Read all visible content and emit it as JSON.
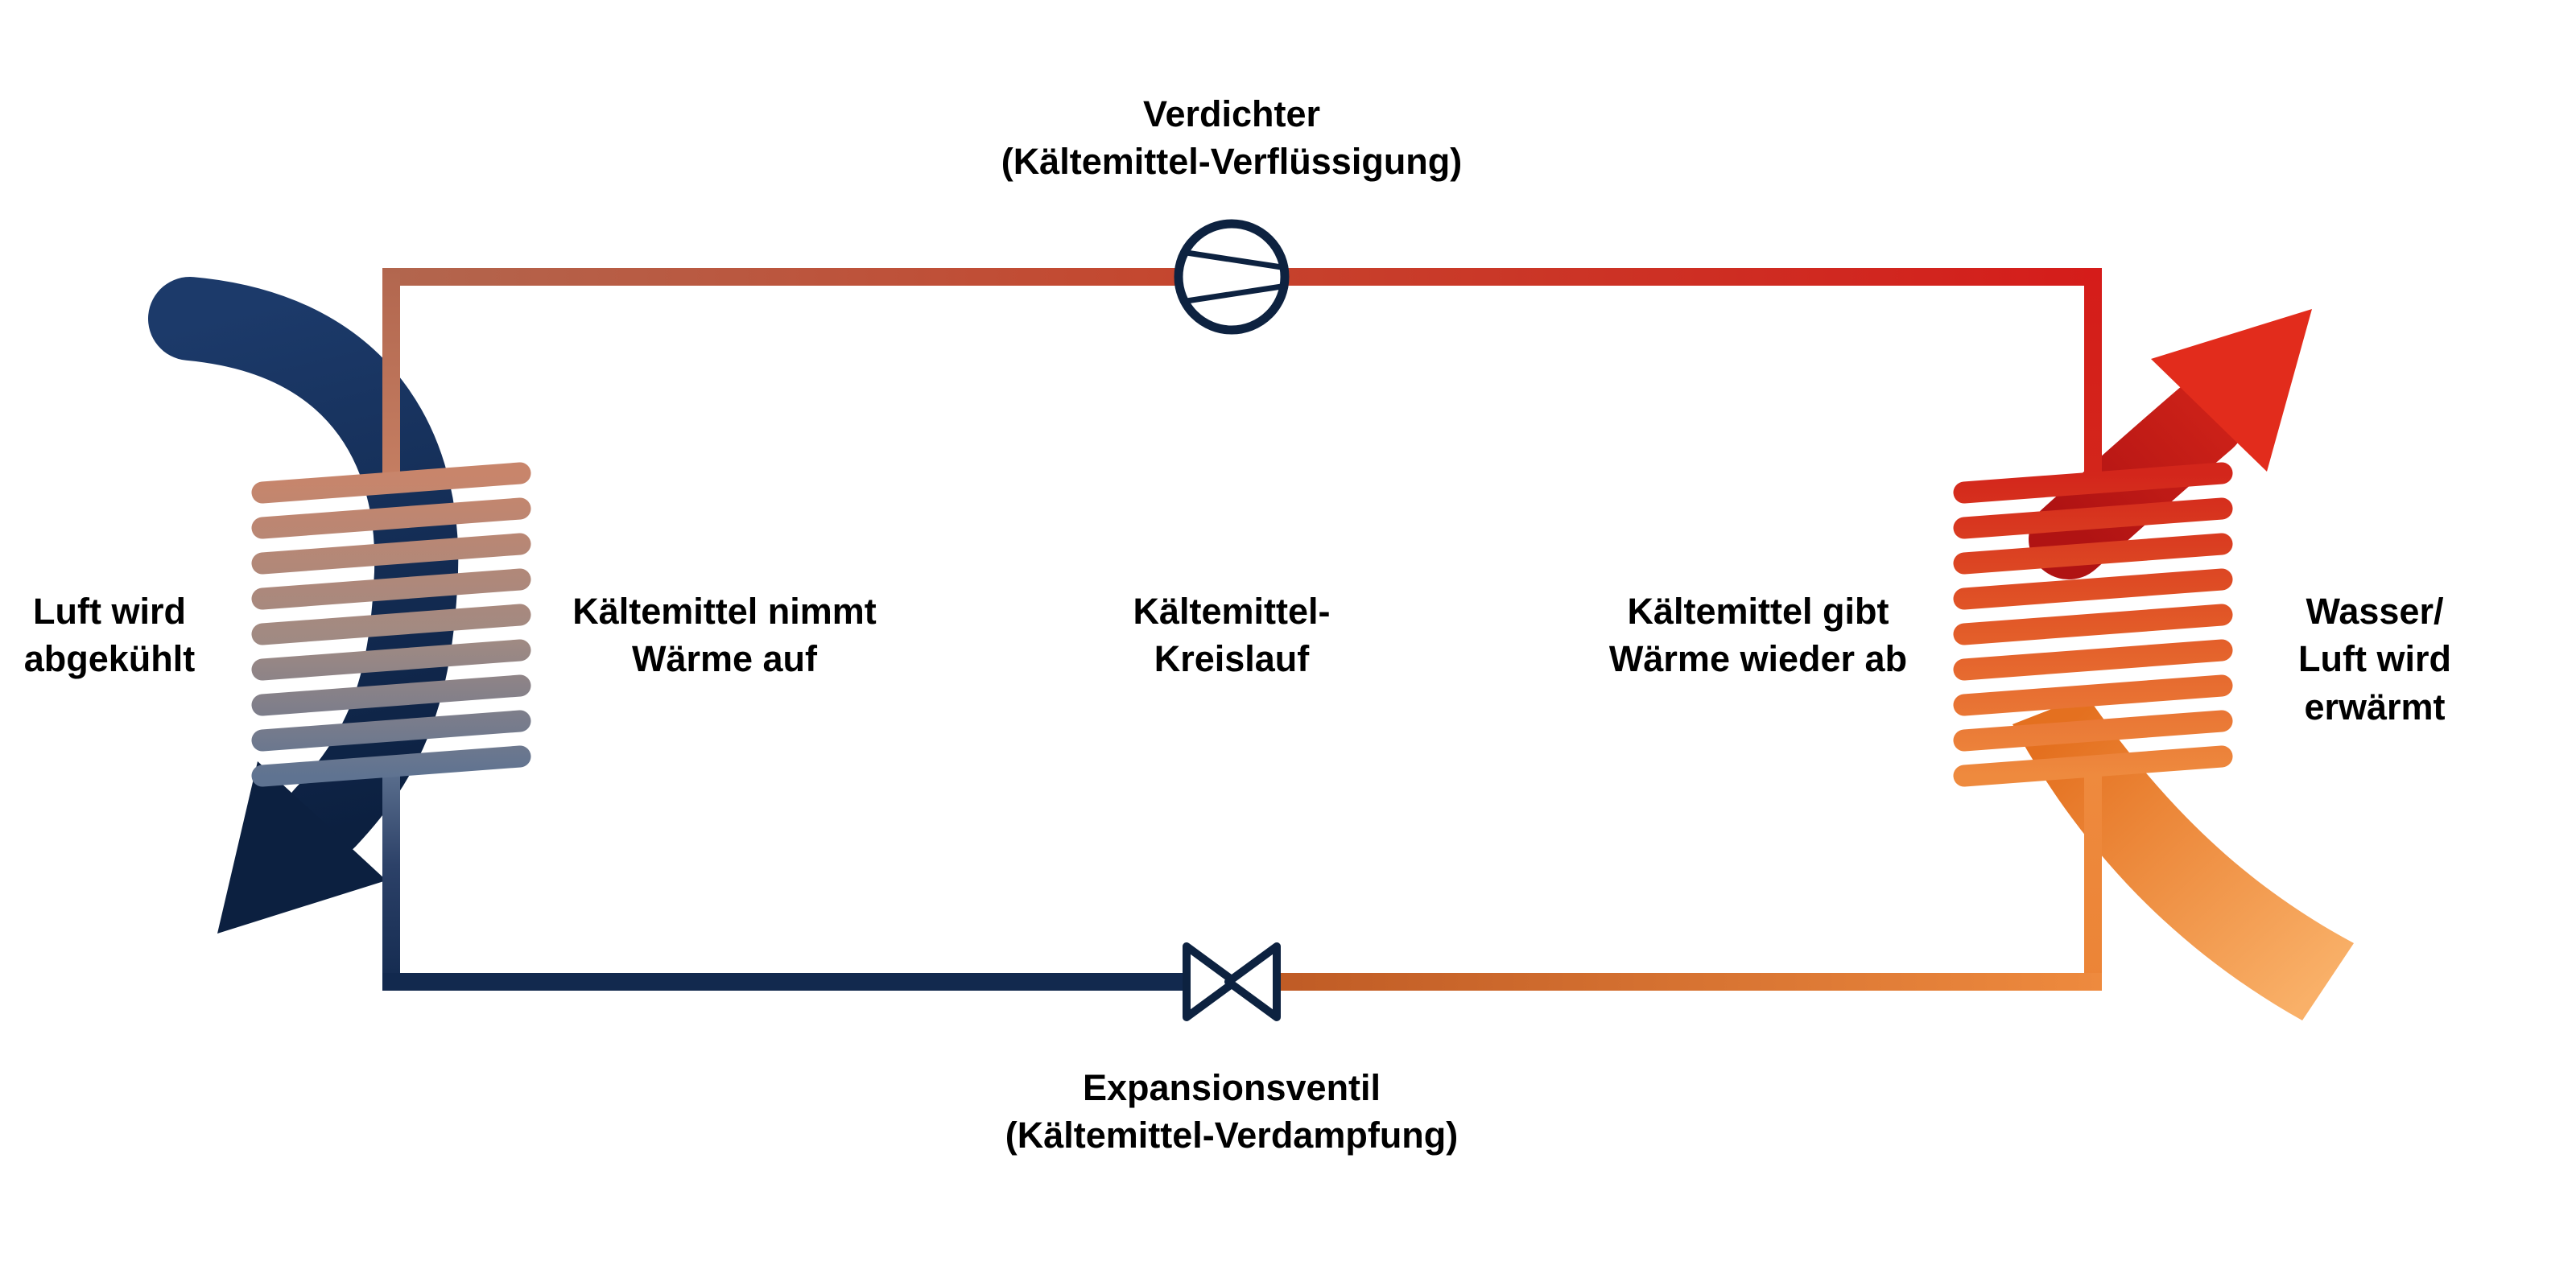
{
  "diagram": {
    "type": "refrigeration-cycle",
    "center_title": "Kältemittel-\nKreislauf",
    "compressor": {
      "label": "Verdichter\n(Kältemittel-Verflüssigung)"
    },
    "expansion_valve": {
      "label": "Expansionsventil\n(Kältemittel-Verdampfung)"
    },
    "evaporator": {
      "label": "Kältemittel nimmt\nWärme auf",
      "air_label": "Luft wird\nabgekühlt"
    },
    "condenser": {
      "label": "Kältemittel gibt\nWärme wieder ab",
      "air_label": "Wasser/\nLuft wird\nerwärmt"
    },
    "colors": {
      "background": "#ffffff",
      "hot_red": "#d31d1b",
      "warm_orange": "#ec8436",
      "cold_navy": "#12294e",
      "copper_brown": "#b2664e",
      "slate_blue": "#5f7391",
      "arrow_navy": "#0c2040",
      "arrow_red_head": "#e22c1c",
      "arrow_orange": "#ef8a3a",
      "symbol_outline": "#0d2240",
      "text": "#000000"
    }
  }
}
